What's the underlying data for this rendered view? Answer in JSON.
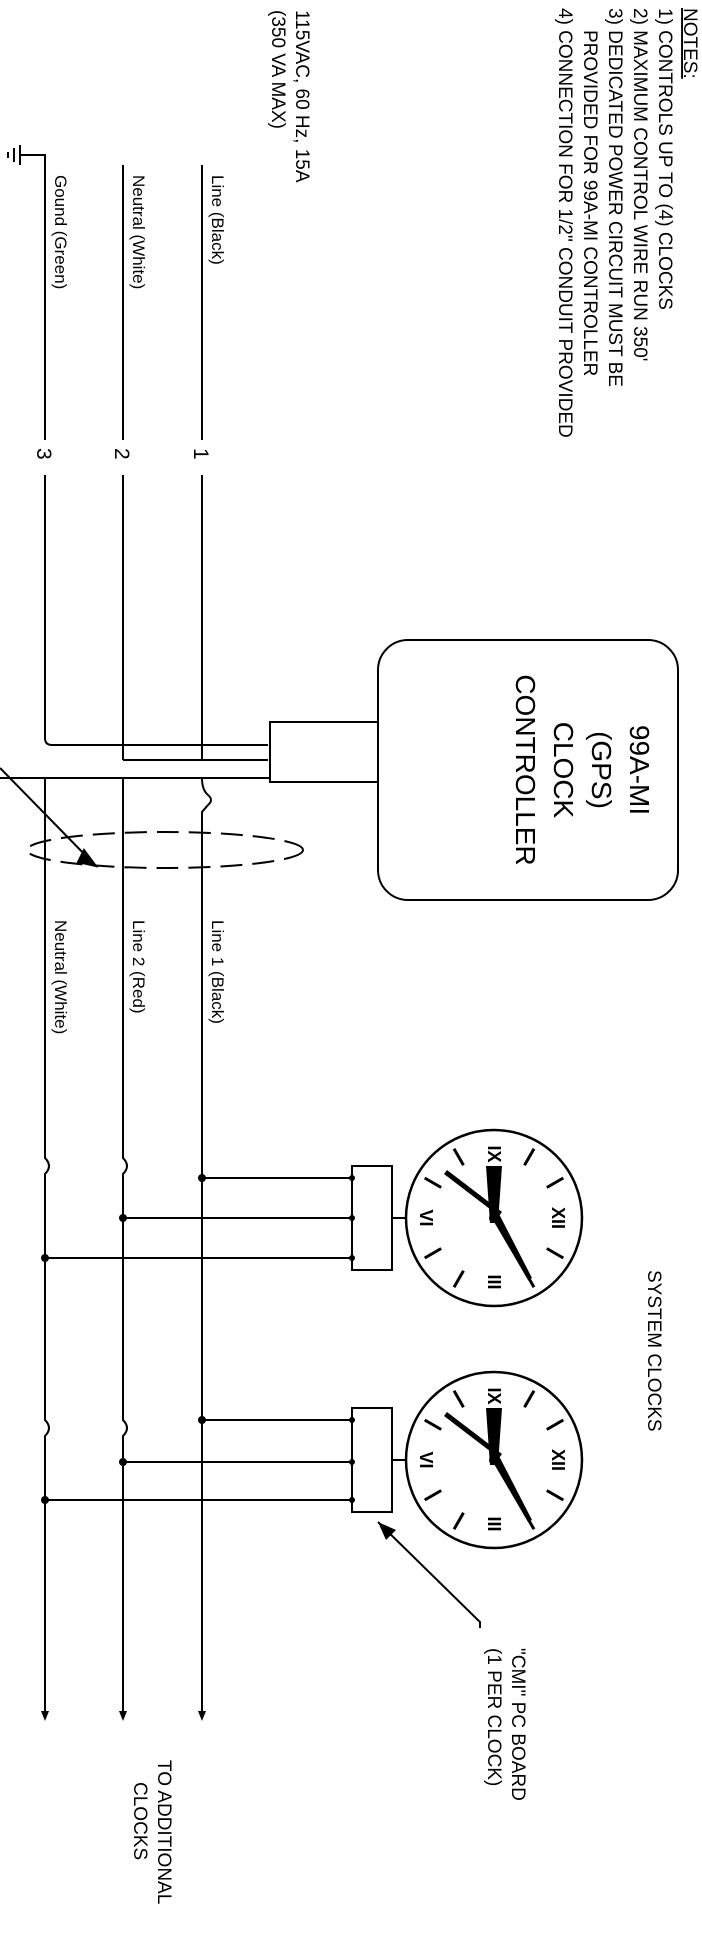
{
  "notes": {
    "heading": "NOTES:",
    "items": [
      "1) CONTROLS UP TO (4) CLOCKS",
      "2) MAXIMUM CONTROL WIRE RUN 350'",
      "3) DEDICATED POWER CIRCUIT MUST BE",
      "PROVIDED FOR 99A-MI CONTROLLER",
      "4) CONNECTION FOR 1/2\" CONDUIT PROVIDED"
    ]
  },
  "power": {
    "spec_line1": "115VAC, 60 Hz, 15A",
    "spec_line2": "(350 VA MAX)",
    "wires": [
      {
        "label": "Line (Black)",
        "terminal": "1"
      },
      {
        "label": "Neutral (White)",
        "terminal": "2"
      },
      {
        "label": "Gound (Green)",
        "terminal": "3"
      }
    ]
  },
  "controller": {
    "lines": [
      "99A-MI",
      "(GPS)",
      "CLOCK",
      "CONTROLLER"
    ]
  },
  "output_wires": [
    {
      "label": "Line 1 (Black)"
    },
    {
      "label": "Line 2 (Red)"
    },
    {
      "label": "Neutral (White)"
    }
  ],
  "system_clocks_label": "SYSTEM CLOCKS",
  "clock_numerals": {
    "twelve": "XII",
    "three": "III",
    "six": "VI",
    "nine": "IX"
  },
  "pc_board": {
    "line1": "\"CMI\" PC BOARD",
    "line2": "(1 PER CLOCK)"
  },
  "to_additional": {
    "line1": "TO ADDITIONAL",
    "line2": "CLOCKS"
  }
}
